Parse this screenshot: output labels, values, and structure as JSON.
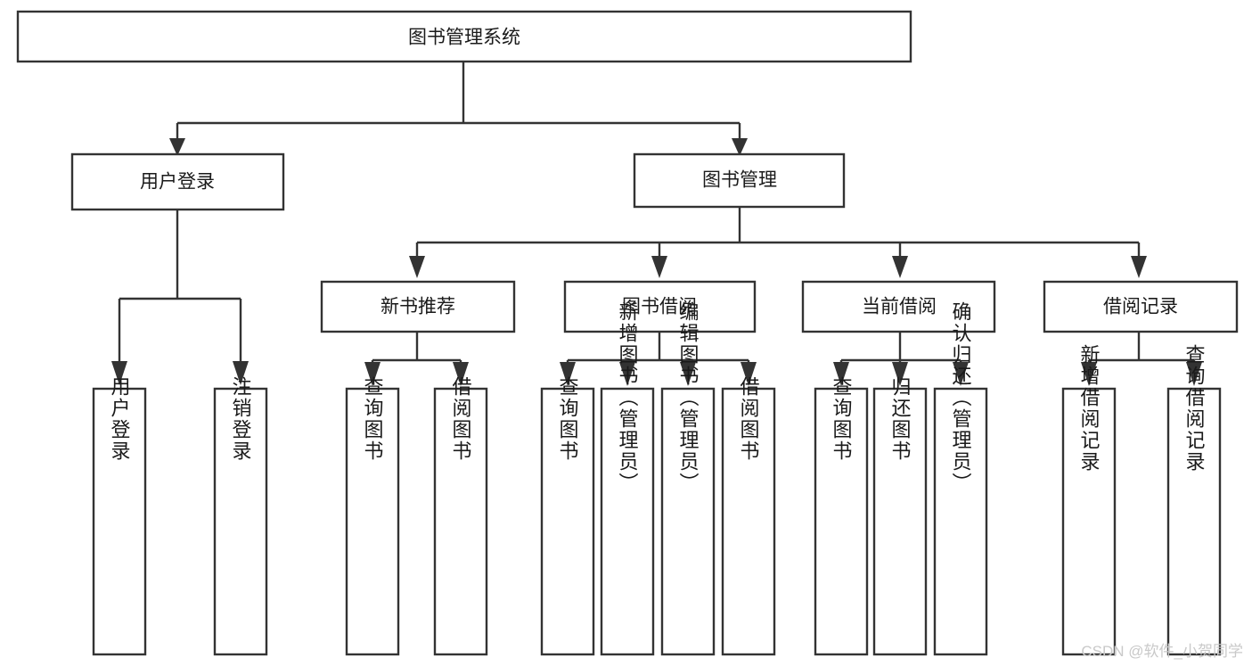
{
  "diagram": {
    "type": "tree-hierarchy",
    "title": "图书管理系统",
    "orientation": "top-down",
    "colors": {
      "box_stroke": "#333333",
      "box_fill": "#ffffff",
      "text": "#1a1a1a",
      "watermark": "#c9c9c9"
    },
    "root": {
      "label": "图书管理系统"
    },
    "level1": [
      {
        "label": "用户登录"
      },
      {
        "label": "图书管理"
      }
    ],
    "level2": [
      {
        "label": "新书推荐"
      },
      {
        "label": "图书借阅"
      },
      {
        "label": "当前借阅"
      },
      {
        "label": "借阅记录"
      }
    ],
    "leaves": {
      "user_login": [
        {
          "label": "用户登录"
        },
        {
          "label": "注销登录"
        }
      ],
      "new_book_recommend": [
        {
          "label": "查询图书"
        },
        {
          "label": "借阅图书"
        }
      ],
      "book_borrow": [
        {
          "label": "查询图书"
        },
        {
          "label": "新增图书（管理员）"
        },
        {
          "label": "编辑图书（管理员）"
        },
        {
          "label": "借阅图书"
        }
      ],
      "current_borrow": [
        {
          "label": "查询图书"
        },
        {
          "label": "归还图书"
        },
        {
          "label": "确认归还（管理员）"
        }
      ],
      "borrow_record": [
        {
          "label": "新增借阅记录"
        },
        {
          "label": "查询借阅记录"
        }
      ]
    }
  },
  "watermark": {
    "text": "CSDN @软件_小贺同学"
  }
}
